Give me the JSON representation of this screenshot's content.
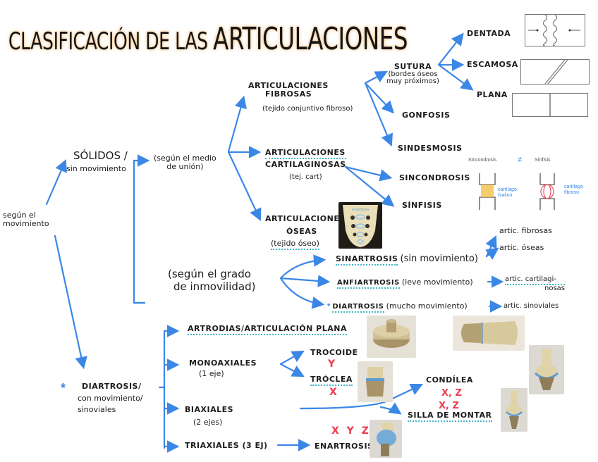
{
  "title": {
    "part1": "CLASIFICACIÓN DE LAS",
    "part2": "ARTICULACIONES"
  },
  "root": {
    "label_line1": "según el",
    "label_line2": "movimiento"
  },
  "solidos": {
    "label": "SÓLIDOS /",
    "sub": "sin movimiento"
  },
  "medio_union": {
    "line1": "(según el medio",
    "line2": "de unión)"
  },
  "fibrosas": {
    "line1": "ARTICULACIONES",
    "line2": "FIBROSAS",
    "line3": "(tejido conjuntivo fibroso)"
  },
  "cartilaginosas": {
    "line1": "ARTICULACIONES",
    "line2": "CARTILAGINOSAS",
    "line3": "(tej. cart)"
  },
  "oseas": {
    "line1": "ARTICULACIONES",
    "line2": "ÓSEAS",
    "line3": "(tejido óseo)"
  },
  "sutura": {
    "line1": "SUTURA",
    "line2": "(bordes óseos",
    "line3": "muy próximos)"
  },
  "sutura_types": [
    {
      "label": "DENTADA",
      "icon": "dentate-suture-sketch"
    },
    {
      "label": "ESCAMOSA",
      "icon": "squamous-suture-sketch"
    },
    {
      "label": "PLANA",
      "icon": "plane-suture-sketch"
    }
  ],
  "gonfosis": "GONFOSIS",
  "sindesmosis": "SINDESMOSIS",
  "sincondrosis": "SINCONDROSIS",
  "sinfisis": "SÍNFISIS",
  "cart_sketch": {
    "left_title": "Sincondrosis",
    "neq": "≠",
    "right_title": "Sínfisis",
    "left_note_1": "cartílago",
    "left_note_2": "hialino",
    "right_note_1": "cartílago",
    "right_note_2": "fibroso",
    "hyaline_color": "#f5c451",
    "fibrous_color": "#e8505b"
  },
  "sacrum_image": {
    "label": "sacrum-photo",
    "caption": "sinóstosis"
  },
  "grado": {
    "line1": "(según el grado",
    "line2": "de inmovilidad)"
  },
  "grado_items": [
    {
      "term": "SINARTROSIS",
      "desc": "(sin movimiento)"
    },
    {
      "term": "ANFIARTROSIS",
      "desc": "(leve movimiento)",
      "arrow_to_line1": "artic. cartilagi-",
      "arrow_to_line2": "nosas"
    },
    {
      "marker": "*",
      "term": "DIARTROSIS",
      "desc": "(mucho movimiento)",
      "arrow_to": "artic. sinoviales"
    }
  ],
  "sinartrosis_targets": [
    "artic. fibrosas",
    "artic. óseas"
  ],
  "diartrosis": {
    "marker": "*",
    "line1": "DIARTROSIS/",
    "line2": "con movimiento/",
    "line3": "sinoviales"
  },
  "diartrosis_types": {
    "artrodias": "ARTRODIAS/ARTICULACIÓN PLANA",
    "monoaxiales": {
      "line1": "MONOAXIALES",
      "line2": "(1 eje)"
    },
    "biaxiales": {
      "line1": "BIAXIALES",
      "line2": "(2 ejes)"
    },
    "triaxiales": "TRIAXIALES (3 ej)"
  },
  "monoaxial_types": [
    {
      "label": "TROCOIDE",
      "axis": "Y"
    },
    {
      "label": "TRÓCLEA",
      "axis": "X"
    }
  ],
  "biaxial_types": [
    {
      "label": "CONDÍLEA",
      "axis": "X, Z"
    },
    {
      "label": "SILLA DE MONTAR",
      "axis": "X, Z"
    }
  ],
  "triaxial_type": {
    "label": "ENARTROSIS",
    "axis": "X Y Z"
  },
  "colors": {
    "arrow": "#3b87e6",
    "underline": "#3fb6c9",
    "axis_text": "#ef3b4f",
    "title_highlight": "#f6c58a",
    "bone": "#d8c99a",
    "cartilage": "#6aa3d8"
  }
}
